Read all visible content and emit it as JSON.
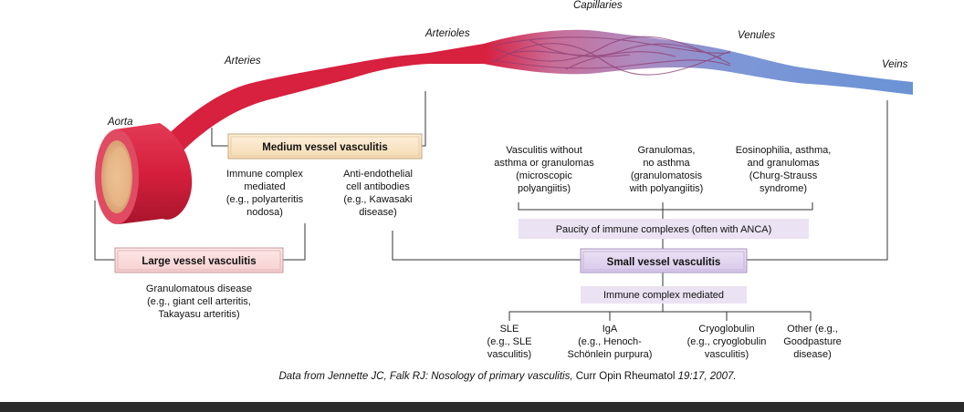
{
  "vessels": {
    "aorta": "Aorta",
    "arteries": "Arteries",
    "arterioles": "Arterioles",
    "capillaries": "Capillaries",
    "venules": "Venules",
    "veins": "Veins"
  },
  "large_vessel": {
    "title": "Large vessel vasculitis",
    "desc": [
      "Granulomatous disease",
      "(e.g., giant cell arteritis,",
      "Takayasu arteritis)"
    ]
  },
  "medium_vessel": {
    "title": "Medium vessel vasculitis",
    "left": [
      "Immune complex",
      "mediated",
      "(e.g., polyarteritis",
      "nodosa)"
    ],
    "right": [
      "Anti-endothelial",
      "cell antibodies",
      "(e.g., Kawasaki",
      "disease)"
    ]
  },
  "small_vessel": {
    "title": "Small vessel vasculitis",
    "pauci_label": "Paucity of immune complexes (often with ANCA)",
    "pauci": [
      [
        "Vasculitis without",
        "asthma or granulomas",
        "(microscopic",
        "polyangiitis)"
      ],
      [
        "Granulomas,",
        "no asthma",
        "(granulomatosis",
        "with polyangiitis)"
      ],
      [
        "Eosinophilia, asthma,",
        "and granulomas",
        "(Churg-Strauss",
        "syndrome)"
      ]
    ],
    "immune_label": "Immune complex mediated",
    "immune": [
      [
        "SLE",
        "(e.g., SLE",
        "vasculitis)"
      ],
      [
        "IgA",
        "(e.g., Henoch-",
        "Schönlein purpura)"
      ],
      [
        "Cryoglobulin",
        "(e.g., cryoglobulin",
        "vasculitis)"
      ],
      [
        "Other (e.g.,",
        "Goodpasture",
        "disease)"
      ]
    ]
  },
  "citation": {
    "a": "Data from Jennette JC, Falk RJ: Nosology of primary vasculitis, ",
    "b": "Curr Opin Rheumatol ",
    "c": "19:17, 2007."
  }
}
